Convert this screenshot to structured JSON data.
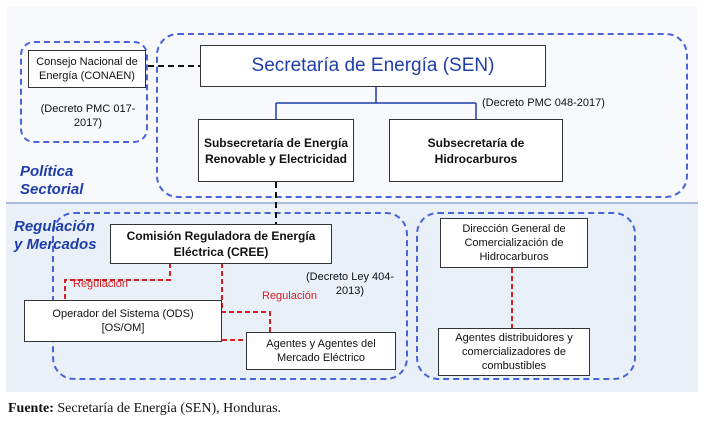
{
  "sections": {
    "politica": "Política\nSectorial",
    "regulacion": "Regulación\ny Mercados"
  },
  "nodes": {
    "sen": "Secretaría de Energía (SEN)",
    "conaen": "Consejo Nacional de\nEnergía (CONAEN)",
    "conaen_decree": "(Decreto PMC 017-\n2017)",
    "sen_decree": "(Decreto PMC 048-2017)",
    "sub_renovable": "Subsecretaría de Energía\nRenovable y Electricidad",
    "sub_hidro": "Subsecretaría de\nHidrocarburos",
    "cree": "Comisión Reguladora de Energía\nEléctrica (CREE)",
    "cree_decree": "(Decreto Ley 404-\n2013)",
    "ods": "Operador del Sistema (ODS)\n[OS/OM]",
    "agentes": "Agentes y Agentes del\nMercado Eléctrico",
    "dgch": "Dirección General de\nComercialización de\nHidrocarburos",
    "distribuidores": "Agentes distribuidores y\ncomercializadores de\ncombustibles"
  },
  "edge_labels": {
    "regulacion_1": "Regulación",
    "regulacion_2": "Regulación"
  },
  "colors": {
    "dashed_region": "#4a63d9",
    "solid_link": "#1f3ea8",
    "regulation_link": "#d42020",
    "section_label": "#1f3ea8"
  },
  "footer": {
    "label": "Fuente:",
    "text": " Secretaría de Energía (SEN), Honduras."
  }
}
